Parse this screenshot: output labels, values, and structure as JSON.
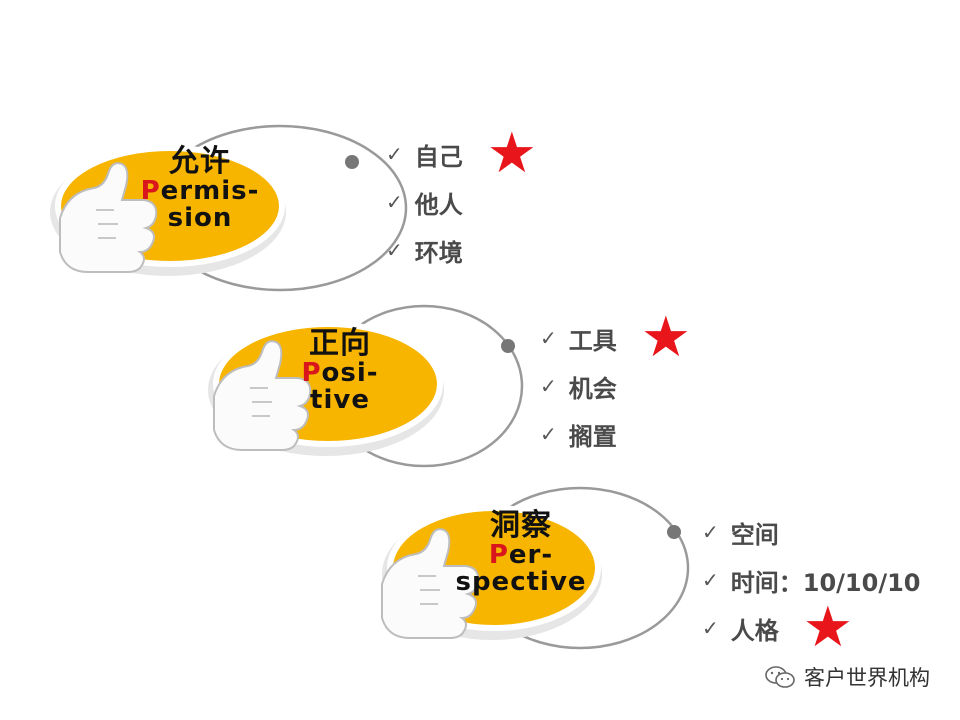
{
  "groups": [
    {
      "cn": "允许",
      "en_p": "P",
      "en_rest1": "ermis-",
      "en_line2": "sion",
      "items": [
        {
          "label": "自己",
          "starred": true
        },
        {
          "label": "他人",
          "starred": false
        },
        {
          "label": "环境",
          "starred": false
        }
      ]
    },
    {
      "cn": "正向",
      "en_p": "P",
      "en_rest1": "osi-",
      "en_line2": "tive",
      "items": [
        {
          "label": "工具",
          "starred": true
        },
        {
          "label": "机会",
          "starred": false
        },
        {
          "label": "搁置",
          "starred": false
        }
      ]
    },
    {
      "cn": "洞察",
      "en_p": "P",
      "en_rest1": "er-",
      "en_line2": "spective",
      "items": [
        {
          "label": "空间",
          "starred": false
        },
        {
          "label": "时间：10/10/10",
          "starred": false
        },
        {
          "label": "人格",
          "starred": true
        }
      ]
    }
  ],
  "check_glyph": "✓",
  "star_glyph": "★",
  "watermark": "客户世界机构",
  "colors": {
    "badge": "#f7b500",
    "star": "#e8151b",
    "ring": "#9a9a9a",
    "p_letter": "#d8161c"
  }
}
